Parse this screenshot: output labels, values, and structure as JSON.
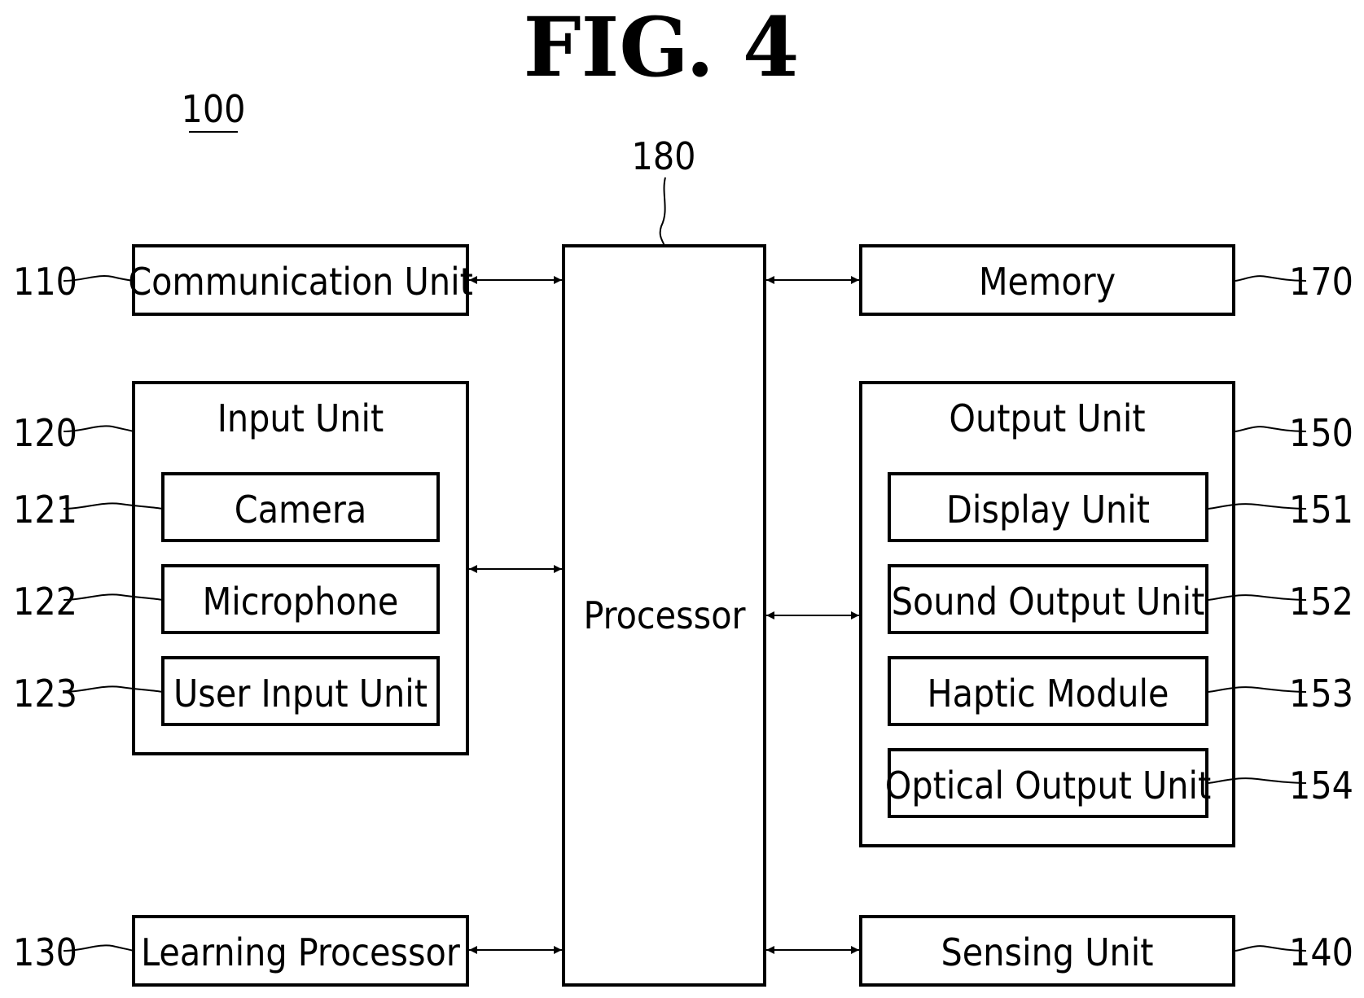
{
  "figure": {
    "title": "FIG. 4",
    "device_ref": "100"
  },
  "processor": {
    "label": "Processor",
    "ref": "180"
  },
  "communication_unit": {
    "label": "Communication Unit",
    "ref": "110"
  },
  "input_unit": {
    "label": "Input Unit",
    "ref": "120",
    "items": [
      {
        "label": "Camera",
        "ref": "121"
      },
      {
        "label": "Microphone",
        "ref": "122"
      },
      {
        "label": "User Input Unit",
        "ref": "123"
      }
    ]
  },
  "learning_processor": {
    "label": "Learning Processor",
    "ref": "130"
  },
  "memory": {
    "label": "Memory",
    "ref": "170"
  },
  "output_unit": {
    "label": "Output Unit",
    "ref": "150",
    "items": [
      {
        "label": "Display Unit",
        "ref": "151"
      },
      {
        "label": "Sound Output Unit",
        "ref": "152"
      },
      {
        "label": "Haptic Module",
        "ref": "153"
      },
      {
        "label": "Optical Output Unit",
        "ref": "154"
      }
    ]
  },
  "sensing_unit": {
    "label": "Sensing Unit",
    "ref": "140"
  }
}
